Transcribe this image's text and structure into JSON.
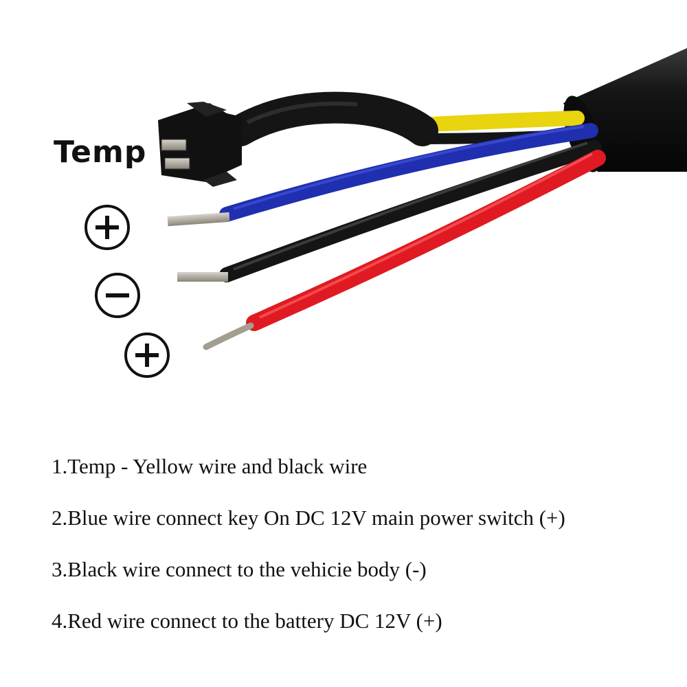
{
  "labels": {
    "temp": "Temp",
    "positive_1": "+",
    "negative": "−",
    "positive_2": "+"
  },
  "instructions": [
    "1.Temp - Yellow wire and black wire",
    "2.Blue wire connect key On DC 12V main power switch (+)",
    "3.Black wire connect to the vehicie body (-)",
    "4.Red wire connect to the battery DC 12V (+)"
  ],
  "colors": {
    "yellow_wire": "#e8d40f",
    "blue_wire": "#1f2fb0",
    "black_wire": "#151515",
    "red_wire": "#e01a22",
    "cable_sheath": "#151515",
    "terminal": "#b8b2a6"
  }
}
